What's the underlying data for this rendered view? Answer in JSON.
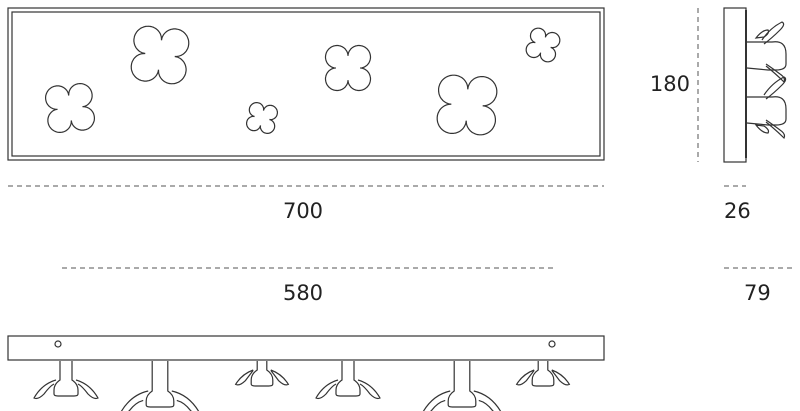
{
  "dimensions": {
    "front_width": "700",
    "height": "180",
    "depth_panel": "26",
    "depth_total": "79",
    "hook_span": "580"
  },
  "front_view": {
    "clover_count": 6
  },
  "bottom_view": {
    "hook_count": 6,
    "screw_holes": 2
  }
}
